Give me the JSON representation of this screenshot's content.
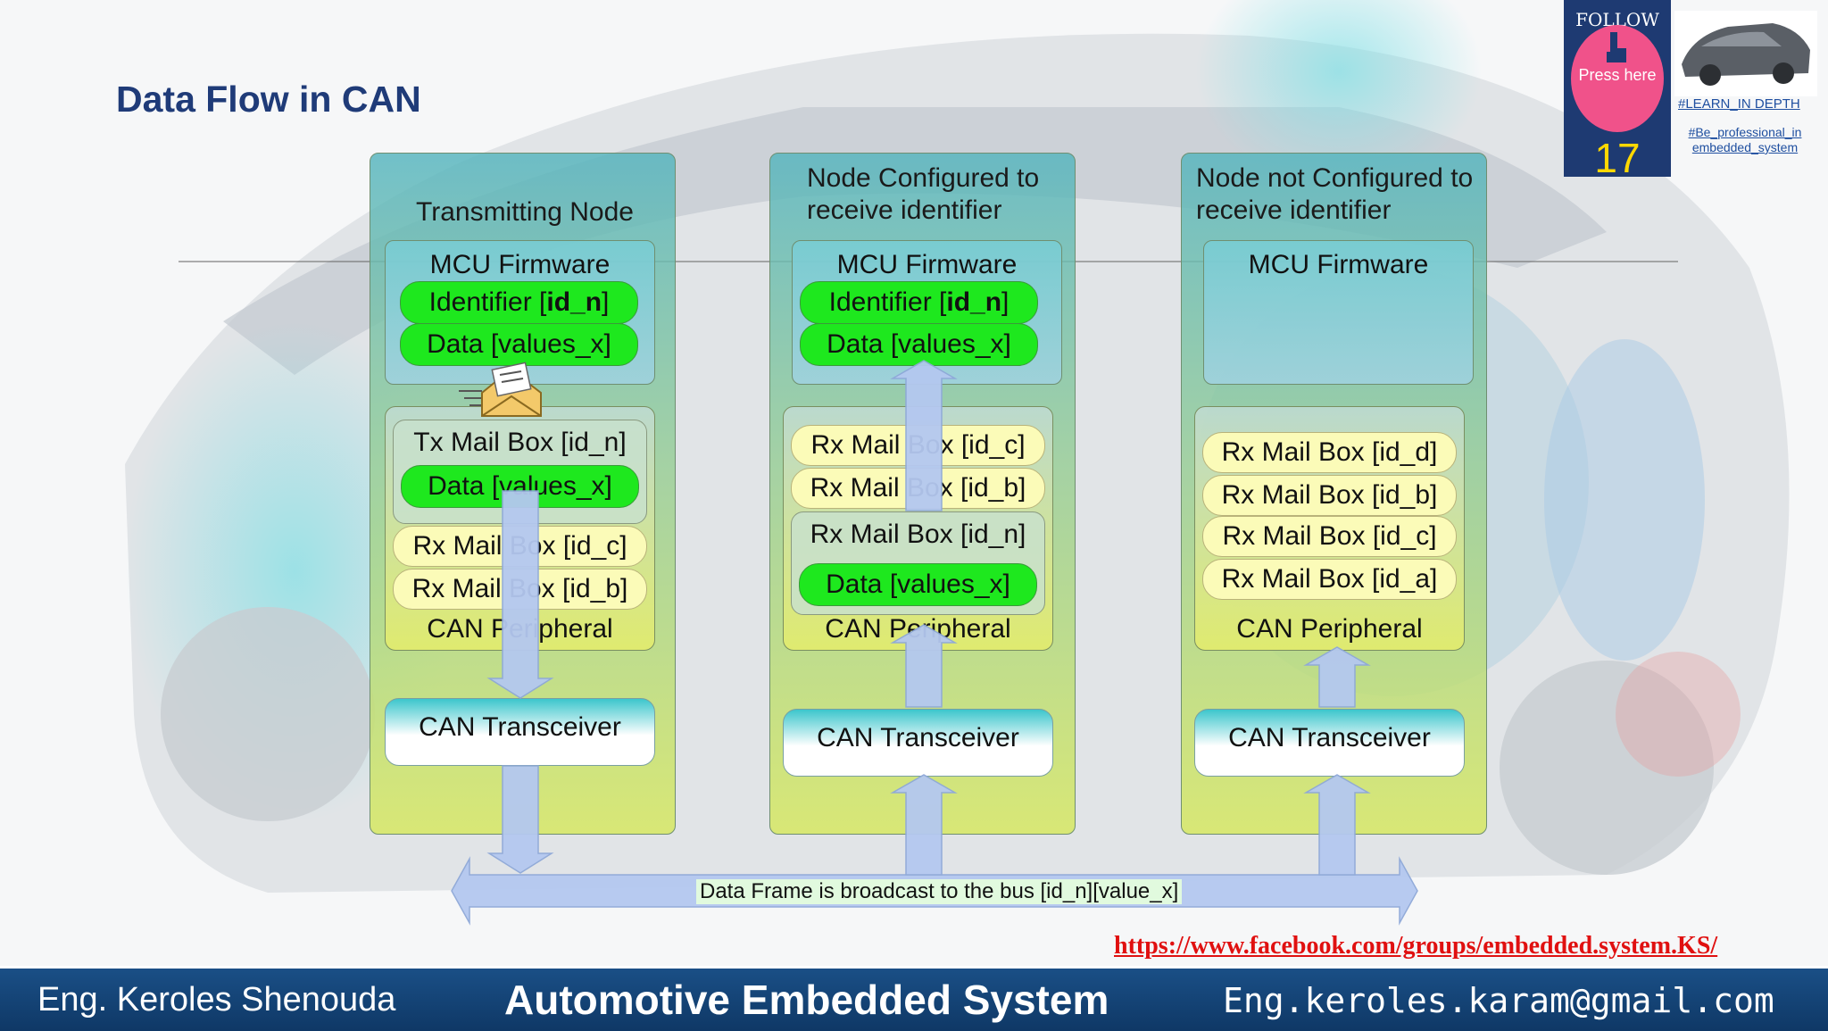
{
  "title": "Data Flow in CAN",
  "columns": [
    {
      "header": "Transmitting Node",
      "firmware": {
        "label": "MCU Firmware",
        "identifier_prefix": "Identifier [",
        "identifier_bold": "id_n",
        "identifier_suffix": "]",
        "data": "Data [values_x]"
      },
      "tx_mailbox": {
        "label": "Tx Mail Box [id_n]",
        "data": "Data [values_x]"
      },
      "rx_mailboxes": [
        "Rx Mail Box [id_c]",
        "Rx Mail Box [id_b]"
      ],
      "peripheral": "CAN Peripheral",
      "transceiver": "CAN Transceiver"
    },
    {
      "header_line1": "Node Configured to",
      "header_line2": "receive identifier",
      "firmware": {
        "label": "MCU Firmware",
        "identifier_prefix": "Identifier [",
        "identifier_bold": "id_n",
        "identifier_suffix": "]",
        "data": "Data [values_x]"
      },
      "rx_mailboxes": [
        "Rx Mail Box [id_c]",
        "Rx Mail Box [id_b]"
      ],
      "matched_mailbox": {
        "label": "Rx Mail Box [id_n]",
        "data": "Data [values_x]"
      },
      "peripheral": "CAN Peripheral",
      "transceiver": "CAN Transceiver"
    },
    {
      "header_line1": "Node not Configured to",
      "header_line2": "receive identifier",
      "firmware": {
        "label": "MCU Firmware"
      },
      "rx_mailboxes": [
        "Rx Mail Box [id_d]",
        "Rx Mail Box [id_b]",
        "Rx Mail Box [id_c]",
        "Rx Mail Box [id_a]"
      ],
      "peripheral": "CAN Peripheral",
      "transceiver": "CAN Transceiver"
    }
  ],
  "bus_label": "Data Frame is broadcast to the bus [id_n][value_x]",
  "follow": {
    "label": "FOLLOW US",
    "press": "Press here",
    "number": "17",
    "tag1": "#LEARN_IN DEPTH",
    "tag2": "#Be_professional_in embedded_system"
  },
  "link": "https://www.facebook.com/groups/embedded.system.KS/",
  "footer": {
    "left": "Eng. Keroles Shenouda",
    "center": "Automotive Embedded System",
    "right": "Eng.keroles.karam@gmail.com"
  },
  "colors": {
    "title": "#1f3b78",
    "green_pill": "#1ee81e",
    "yellow_pill": "#fbfbb8",
    "arrow": "#b4c8f0",
    "footer": "#1a4f86",
    "link": "#e01010"
  }
}
